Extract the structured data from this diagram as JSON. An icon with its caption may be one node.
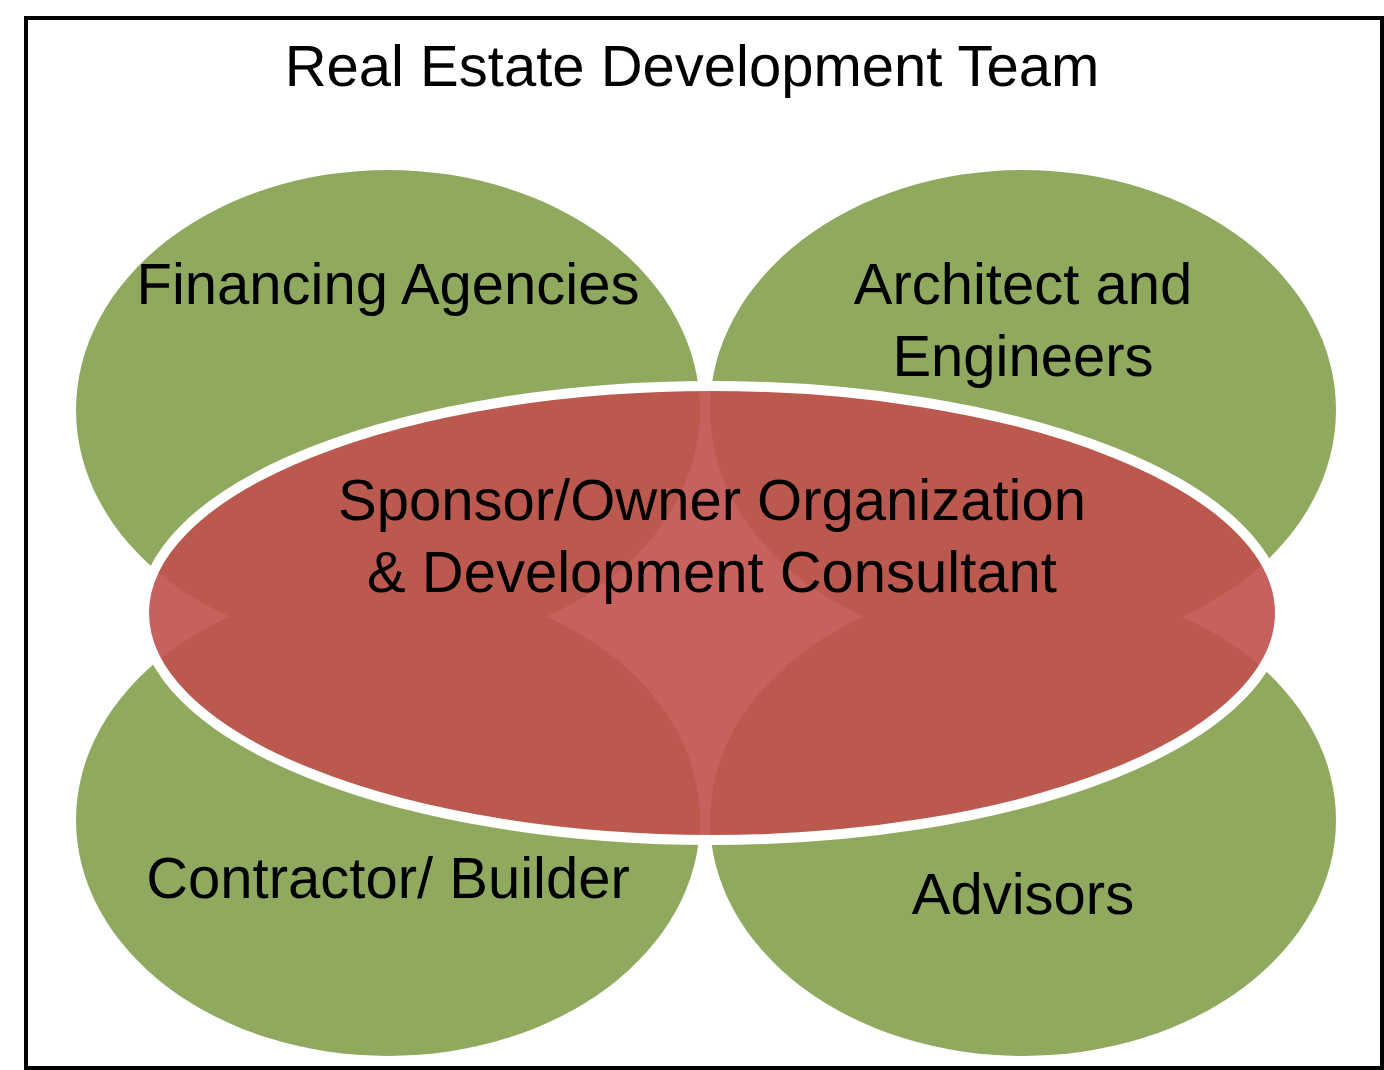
{
  "diagram": {
    "title": "Real Estate Development Team",
    "nodes": [
      {
        "text": [
          "Financing Agencies"
        ]
      },
      {
        "text": [
          "Architect and Engineers"
        ]
      },
      {
        "text": [
          "Contractor/ Builder"
        ]
      },
      {
        "text": [
          "Advisors"
        ]
      },
      {
        "text": [
          "Sponsor/Owner Organization & Development Consultant"
        ]
      }
    ],
    "edges": []
  }
}
